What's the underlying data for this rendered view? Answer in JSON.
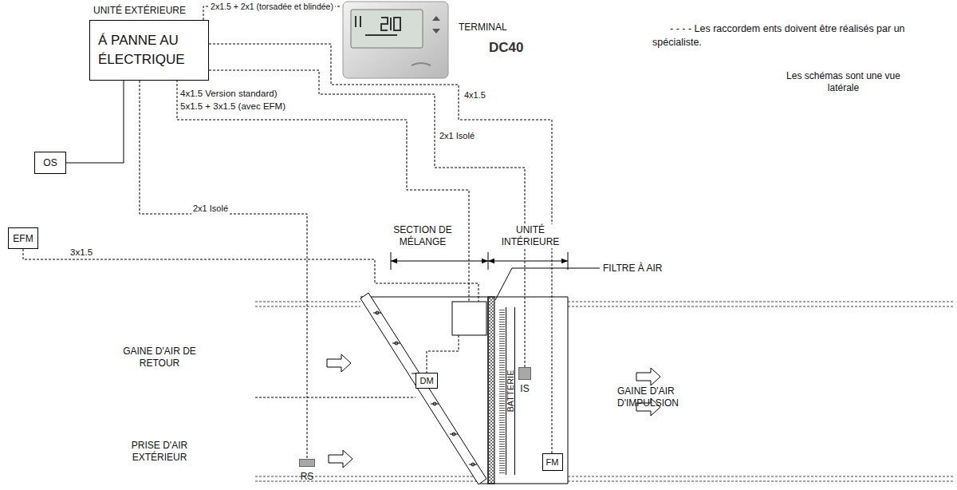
{
  "diagram": {
    "nodes": [
      {
        "text": [
          "UNITÉ EXTÉRIEURE",
          "Á PANNE AU ÉLECTRIQUE"
        ]
      },
      {
        "text": [
          "TERMINAL",
          "DC40"
        ]
      },
      {
        "text": [
          "OS"
        ]
      },
      {
        "text": [
          "EFM"
        ]
      },
      {
        "text": [
          "DM"
        ]
      },
      {
        "text": [
          "RS"
        ]
      },
      {
        "text": [
          "BATTERIE"
        ]
      },
      {
        "text": [
          "IS"
        ]
      },
      {
        "text": [
          "FM"
        ]
      }
    ],
    "edges": [
      {
        "from": 0,
        "to": 1,
        "arrow": "none",
        "label": "2x1.5 + 2x1 (torsadée et blindée)"
      },
      {
        "from": 0,
        "to": 2,
        "arrow": "none"
      },
      {
        "from": 0,
        "to": 5,
        "arrow": "none",
        "label": "2x1 Isolé"
      },
      {
        "from": 0,
        "to": 7,
        "arrow": "none",
        "label": "2x1 Isolé"
      },
      {
        "from": 0,
        "to": 8,
        "arrow": "none",
        "label": "4x1.5"
      }
    ],
    "labels": [
      "4x1.5 Version standard)",
      "5x1.5 + 3x1.5 (avec EFM)",
      "3x1.5",
      "SECTION DE MÉLANGE",
      "UNITÉ INTÉRIEURE",
      "FILTRE À AIR",
      "GAINE D'AIR DE RETOUR",
      "PRISE D'AIR EXTÉRIEUR",
      "GAINE D'AIR D'IMPULSION",
      "- - - - Les raccordem ents doivent être réalisés par un spécialiste.",
      "Les schémas sont une vue latérale"
    ]
  }
}
